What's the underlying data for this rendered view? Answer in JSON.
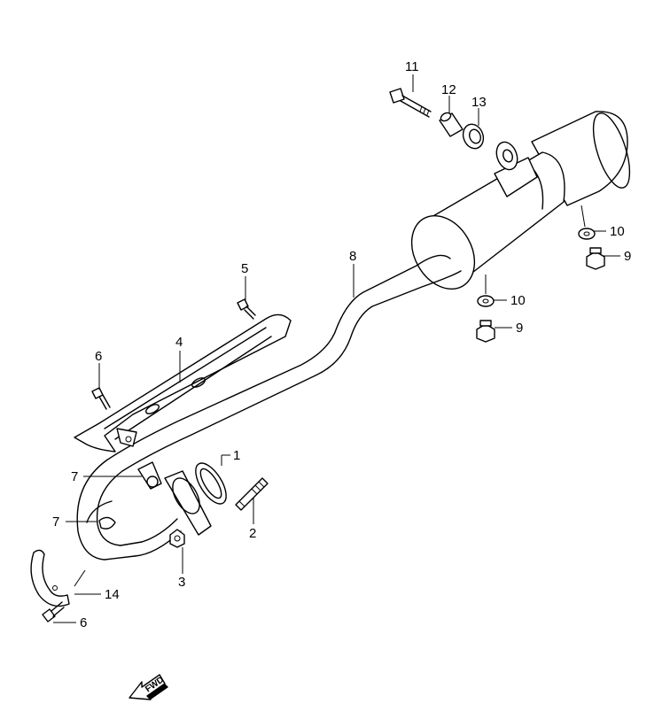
{
  "callouts": {
    "c1": "1",
    "c2": "2",
    "c3": "3",
    "c4": "4",
    "c5": "5",
    "c6a": "6",
    "c6b": "6",
    "c7a": "7",
    "c7b": "7",
    "c8": "8",
    "c9a": "9",
    "c9b": "9",
    "c10a": "10",
    "c10b": "10",
    "c11": "11",
    "c12": "12",
    "c13": "13",
    "c14": "14"
  },
  "direction_arrow": {
    "label": "FWD"
  }
}
